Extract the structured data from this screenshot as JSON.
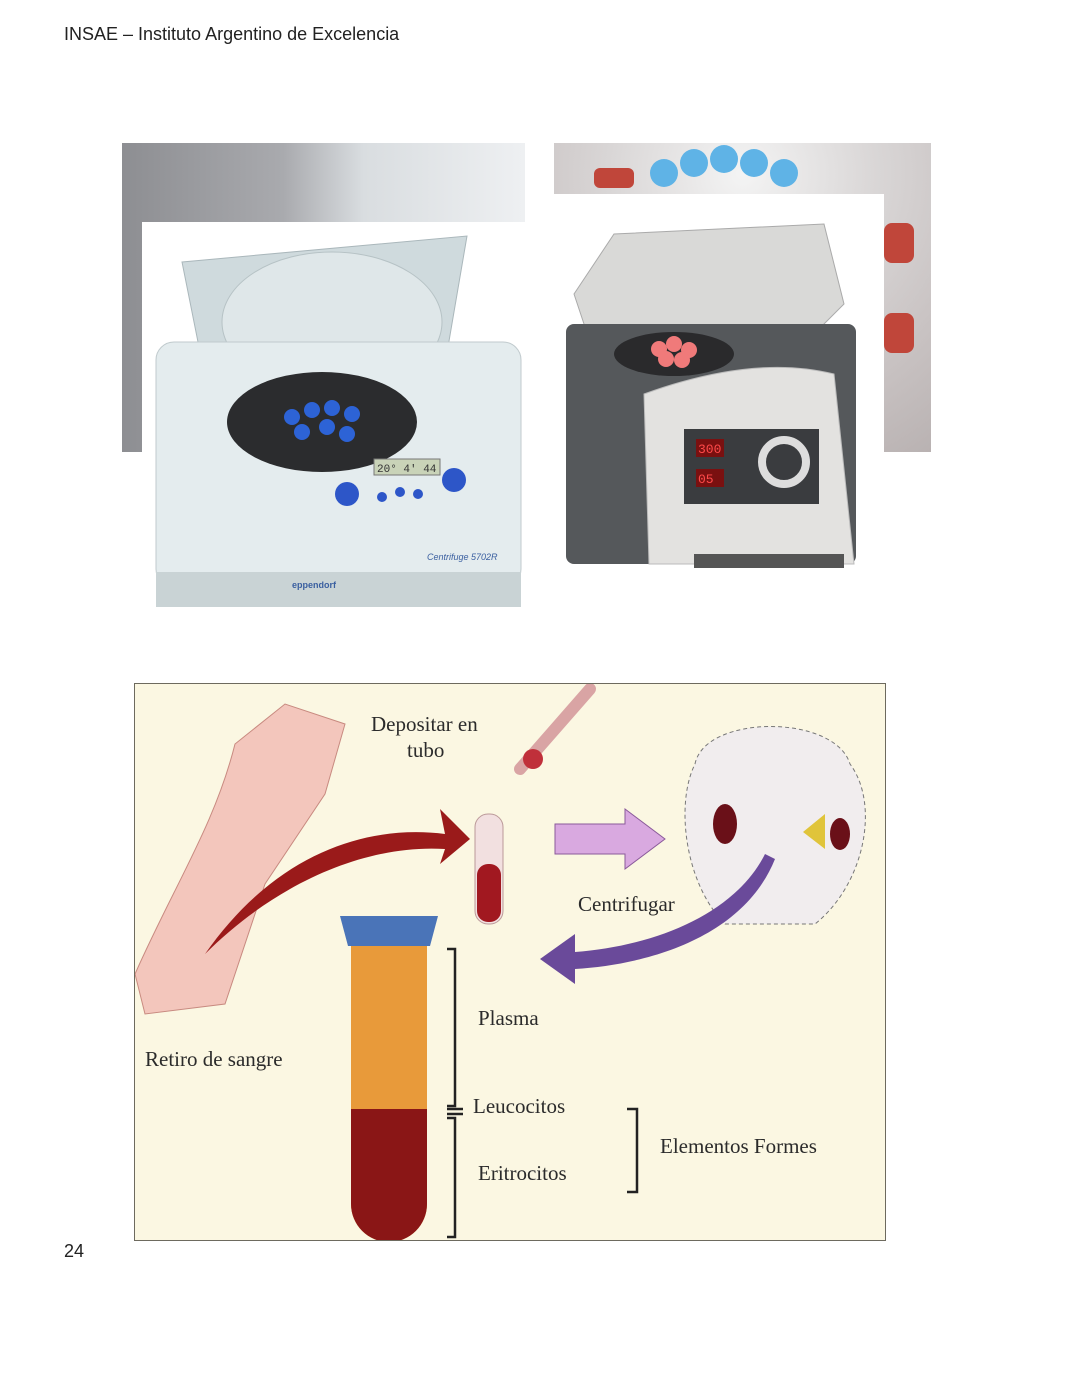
{
  "header": {
    "title": "INSAE – Instituto Argentino de Excelencia"
  },
  "footer": {
    "page_number": "24"
  },
  "photos": {
    "centrifuge_1": {
      "brand": "eppendorf",
      "model": "Centrifuge 5702R",
      "display": "20° 4ʹ 44"
    },
    "centrifuge_2": {
      "display_top": "300",
      "display_bottom": "05"
    }
  },
  "diagram": {
    "labels": {
      "depositar": "Depositar en",
      "depositar2": "tubo",
      "centrifugar": "Centrifugar",
      "retiro": "Retiro de sangre",
      "plasma": "Plasma",
      "leucocitos": "Leucocitos",
      "eritrocitos": "Eritrocitos",
      "elementos": "Elementos Formes"
    },
    "colors": {
      "background": "#fbf7e2",
      "plasma": "#e89a3a",
      "erythrocytes": "#8a1616",
      "cap": "#4a74b8",
      "arrow_red": "#9a1a1a",
      "arrow_purple": "#9a6ab8"
    }
  }
}
